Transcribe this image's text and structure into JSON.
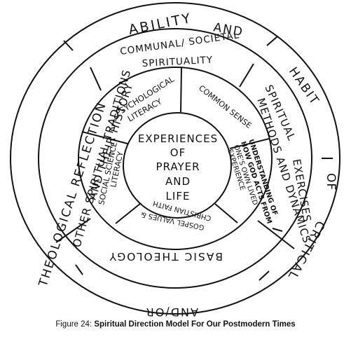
{
  "outer_ring": {
    "top_word_1": "ABILITY",
    "top_word_2": "AND",
    "top_right": "HABIT",
    "right": "OF",
    "bottom_right": "CRITICAL",
    "bottom": "AND/OR",
    "left": "THEOLOGICAL REFLECTION"
  },
  "middle_ring": {
    "top": "COMMUNAL/ SOCIETAL",
    "top_line2": "SPIRITUALITY",
    "left": "OTHER SPIRITUAL TRADITIONS",
    "left_line2": "AND THEIR HISTORY",
    "right": "SPIRITUAL",
    "right_line2": "METHODS AND DYNAMICS",
    "right_line3": "EXERCISES",
    "bottom": "BASIC THEOLOGY"
  },
  "inner_ring": {
    "psychological": "PSYCHOLOGICAL",
    "psychological_line2": "LITERACY",
    "common_sense": "COMMON SENSE",
    "social_science": "SOCIAL SCIENCE",
    "social_science_line2": "LITERACY",
    "understanding_1": "UNDERSTANDING OF",
    "understanding_2": "HOW GOD ACTS FROM",
    "understanding_3": "ONE'S OWN LIVED",
    "understanding_4": "EXPERIENCE",
    "gospel_1": "GOSPEL VALUES &",
    "gospel_2": "CHRISTIAN FAITH"
  },
  "center": {
    "line1": "EXPERIENCES",
    "line2": "OF",
    "line3": "PRAYER",
    "line4": "AND",
    "line5": "LIFE"
  },
  "caption": {
    "figure_number": "Figure 24:",
    "title": "Spiritual Direction Model For Our Postmodern Times"
  }
}
